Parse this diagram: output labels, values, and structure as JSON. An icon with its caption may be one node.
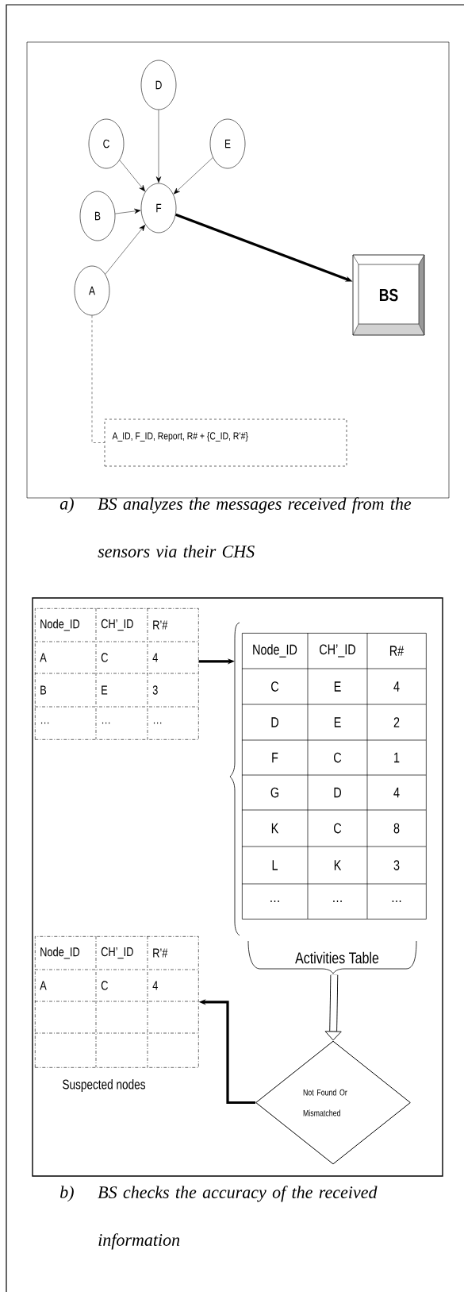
{
  "diagram": {
    "nodes": [
      {
        "text": [
          "A"
        ]
      },
      {
        "text": [
          "B"
        ]
      },
      {
        "text": [
          "C"
        ]
      },
      {
        "text": [
          "D"
        ]
      },
      {
        "text": [
          "E"
        ]
      },
      {
        "text": [
          "F"
        ]
      },
      {
        "text": [
          "BS"
        ]
      },
      {
        "text": [
          "A_ID, F_ID, Report, R# + {C_ID, R’#}"
        ]
      },
      {
        "text": [
          "Node_ID",
          "CH’_ID",
          "R’#",
          "A",
          "C",
          "4",
          "B",
          "E",
          "3",
          "…",
          "…",
          "…"
        ]
      },
      {
        "text": [
          "Node_ID",
          "CH’_ID",
          "R#",
          "C",
          "E",
          "4",
          "D",
          "E",
          "2",
          "F",
          "C",
          "1",
          "G",
          "D",
          "4",
          "K",
          "C",
          "8",
          "L",
          "K",
          "3",
          "…",
          "…",
          "…"
        ],
        "beside": [
          "Activities Table"
        ]
      },
      {
        "text": [
          "Not Found Or Mismatched"
        ]
      },
      {
        "text": [
          "Node_ID",
          "CH’_ID",
          "R’#",
          "A",
          "C",
          "4"
        ],
        "beside": [
          "Suspected nodes"
        ]
      }
    ],
    "edges": [
      {
        "from": 0,
        "to": 5,
        "arrow": "to"
      },
      {
        "from": 1,
        "to": 5,
        "arrow": "to"
      },
      {
        "from": 2,
        "to": 5,
        "arrow": "to"
      },
      {
        "from": 3,
        "to": 5,
        "arrow": "to"
      },
      {
        "from": 4,
        "to": 5,
        "arrow": "to"
      },
      {
        "from": 5,
        "to": 6,
        "arrow": "to",
        "style": "thick"
      },
      {
        "from": 0,
        "to": 7,
        "arrow": "none",
        "style": "dashed"
      },
      {
        "from": 8,
        "to": 9,
        "arrow": "to",
        "style": "thick"
      },
      {
        "from": 9,
        "to": 10,
        "arrow": "to",
        "style": "thick"
      },
      {
        "from": 10,
        "to": 11,
        "arrow": "to",
        "style": "thick"
      }
    ],
    "labels": [
      "a)",
      "BS analyzes the messages received from the sensors via their CHS",
      "b)",
      "BS checks the accuracy of the received information"
    ]
  }
}
